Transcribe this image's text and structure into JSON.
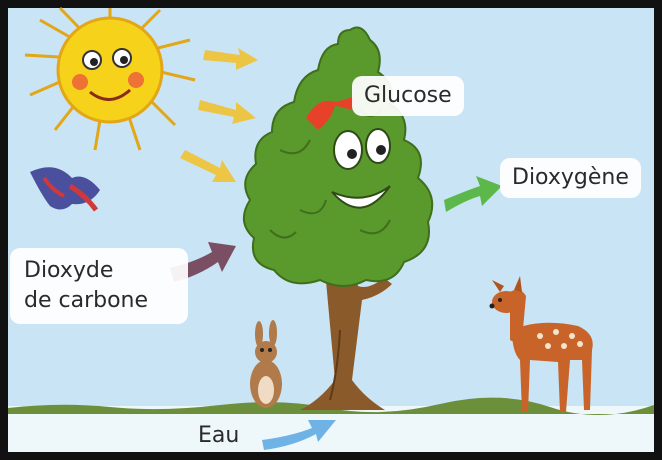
{
  "labels": {
    "glucose": "Glucose",
    "dioxygene": "Dioxygène",
    "co2_line1": "Dioxyde",
    "co2_line2": "de carbone",
    "eau": "Eau"
  },
  "colors": {
    "sky": "#c9e4f4",
    "ground": "#eef7f9",
    "grass": "#6c8f3c",
    "sun": "#f7d21b",
    "tree_leaves": "#5a9a2c",
    "trunk": "#8b5a2b",
    "arrow_sun": "#f2c232",
    "arrow_co2": "#7a4e63",
    "arrow_o2": "#5cb84a",
    "arrow_water": "#6fb3e6",
    "glucose_mark": "#e8412a",
    "deer": "#c8642a",
    "rabbit": "#b07a4a"
  },
  "icons": [
    "sun-icon",
    "bird-icon",
    "tree-icon",
    "rabbit-icon",
    "deer-icon"
  ]
}
